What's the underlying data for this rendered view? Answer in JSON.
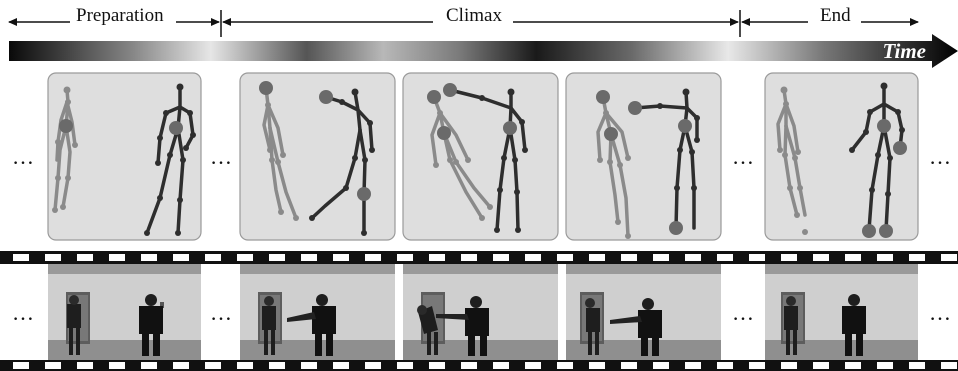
{
  "phases": {
    "preparation": "Preparation",
    "climax": "Climax",
    "end": "End"
  },
  "timeline": {
    "label": "Time"
  },
  "ellipsis": "…",
  "colors": {
    "panel_bg": "#dedede",
    "panel_border": "#9a9a9a",
    "skeleton_light": "#8a8a8a",
    "skeleton_dark": "#2e2e2e",
    "joint_highlight": "#6a6a6a",
    "film": "#111111"
  }
}
